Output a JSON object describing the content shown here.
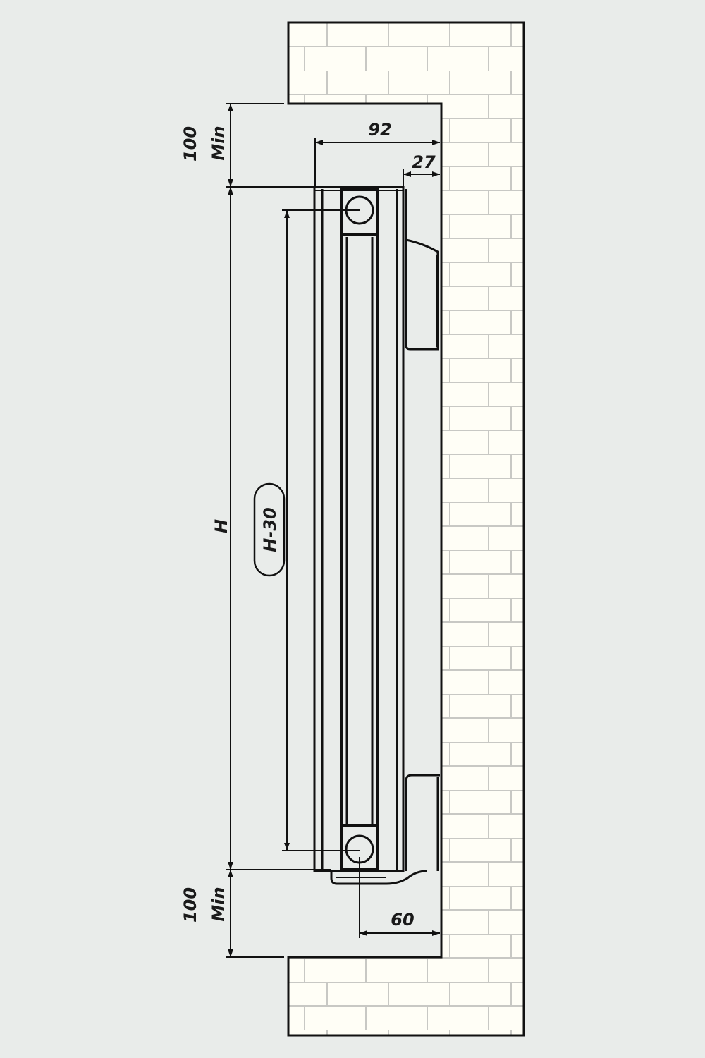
{
  "diagram": {
    "subject": "Radiator wall installation dimensions",
    "colors": {
      "background": "#e9ecea",
      "wall_fill": "#fffef6",
      "mortar": "#c8c8c4",
      "line": "#111111"
    },
    "dimensions": {
      "top_clearance_value": "100",
      "top_clearance_label": "Min",
      "bottom_clearance_value": "100",
      "bottom_clearance_label": "Min",
      "depth": "92",
      "wall_gap": "27",
      "height": "H",
      "connection_distance": "H-30",
      "pipe_offset": "60"
    }
  }
}
